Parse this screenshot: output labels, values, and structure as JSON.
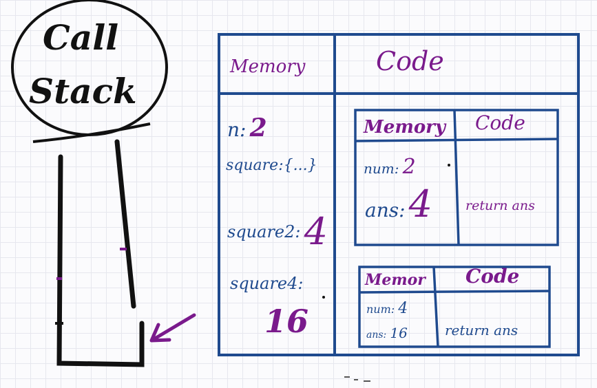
{
  "call_stack": {
    "title_line1": "Call",
    "title_line2": "Stack"
  },
  "global_context": {
    "memory_header": "Memory",
    "code_header": "Code",
    "vars": [
      {
        "name": "n:",
        "value": "2"
      },
      {
        "name": "square:",
        "value": "{...}"
      },
      {
        "name": "square2:",
        "value": "4"
      },
      {
        "name": "square4:",
        "value": "16"
      }
    ]
  },
  "exec_context_1": {
    "memory_header": "Memory",
    "code_header": "Code",
    "vars": [
      {
        "name": "num:",
        "value": "2"
      },
      {
        "name": "ans:",
        "value": "4"
      }
    ],
    "code_text": "return ans"
  },
  "exec_context_2": {
    "memory_header": "Memor",
    "code_header": "Code",
    "vars": [
      {
        "name": "num:",
        "value": "4"
      },
      {
        "name": "ans:",
        "value": "16"
      }
    ],
    "code_text": "return ans"
  },
  "colors": {
    "ink_blue": "#1f4a8e",
    "ink_purple": "#7a1a8c",
    "ink_black": "#111111",
    "grid": "#e6e7ee"
  }
}
